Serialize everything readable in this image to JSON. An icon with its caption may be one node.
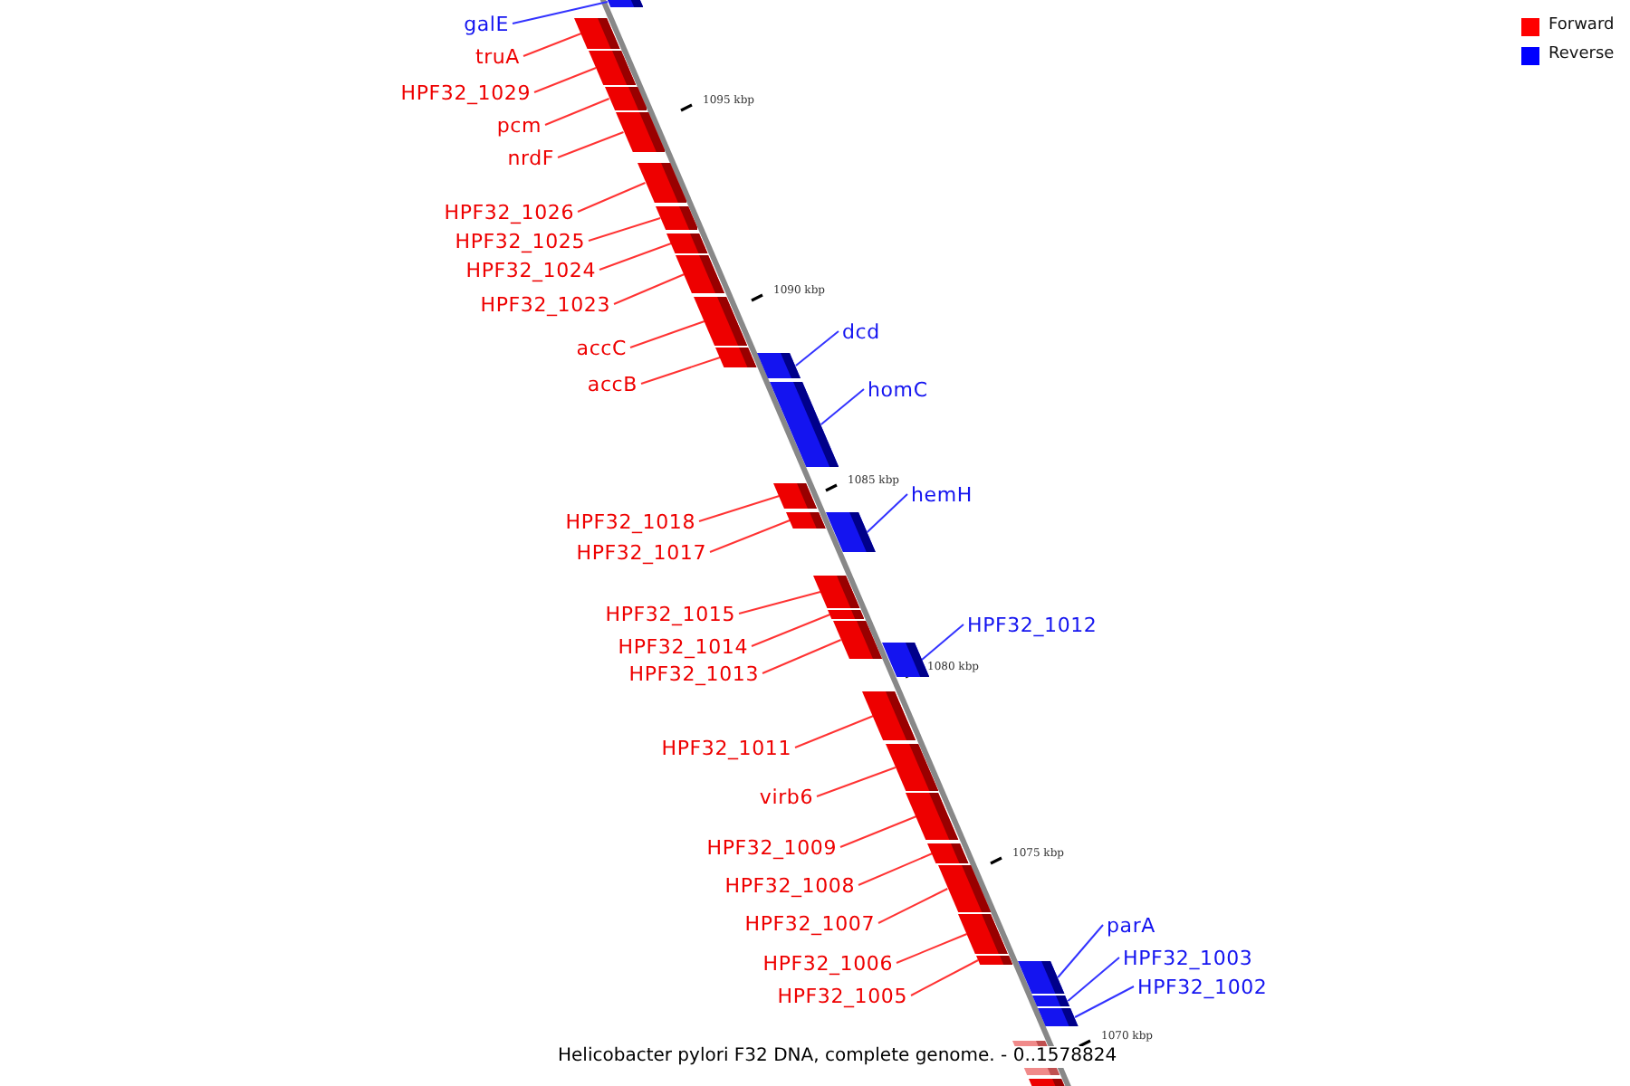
{
  "diagram": {
    "caption": "Helicobacter pylori F32 DNA, complete genome. - 0..1578824",
    "nodes": [
      {
        "text": [
          "galE"
        ]
      },
      {
        "text": [],
        "shape": "bar"
      },
      {
        "text": [
          "truA"
        ]
      },
      {
        "text": [],
        "shape": "bar"
      },
      {
        "text": [
          "HPF32_1029"
        ]
      },
      {
        "text": [],
        "shape": "bar"
      },
      {
        "text": [
          "pcm"
        ]
      },
      {
        "text": [],
        "shape": "bar"
      },
      {
        "text": [
          "nrdF"
        ]
      },
      {
        "text": [],
        "shape": "bar"
      },
      {
        "text": [
          "HPF32_1026"
        ]
      },
      {
        "text": [],
        "shape": "bar"
      },
      {
        "text": [
          "HPF32_1025"
        ]
      },
      {
        "text": [],
        "shape": "bar"
      },
      {
        "text": [
          "HPF32_1024"
        ]
      },
      {
        "text": [],
        "shape": "bar"
      },
      {
        "text": [
          "HPF32_1023"
        ]
      },
      {
        "text": [],
        "shape": "bar"
      },
      {
        "text": [
          "accC"
        ]
      },
      {
        "text": [],
        "shape": "bar"
      },
      {
        "text": [
          "accB"
        ]
      },
      {
        "text": [],
        "shape": "bar"
      },
      {
        "text": [
          "dcd"
        ]
      },
      {
        "text": [],
        "shape": "bar"
      },
      {
        "text": [
          "homC"
        ]
      },
      {
        "text": [],
        "shape": "bar"
      },
      {
        "text": [
          "HPF32_1018"
        ]
      },
      {
        "text": [],
        "shape": "bar"
      },
      {
        "text": [
          "HPF32_1017"
        ]
      },
      {
        "text": [],
        "shape": "bar"
      },
      {
        "text": [
          "hemH"
        ]
      },
      {
        "text": [],
        "shape": "bar"
      },
      {
        "text": [
          "HPF32_1015"
        ]
      },
      {
        "text": [],
        "shape": "bar"
      },
      {
        "text": [
          "HPF32_1014"
        ]
      },
      {
        "text": [],
        "shape": "bar"
      },
      {
        "text": [
          "HPF32_1013"
        ]
      },
      {
        "text": [],
        "shape": "bar"
      },
      {
        "text": [
          "HPF32_1012"
        ]
      },
      {
        "text": [],
        "shape": "bar"
      },
      {
        "text": [
          "HPF32_1011"
        ]
      },
      {
        "text": [],
        "shape": "bar"
      },
      {
        "text": [
          "virb6"
        ]
      },
      {
        "text": [],
        "shape": "bar"
      },
      {
        "text": [
          "HPF32_1009"
        ]
      },
      {
        "text": [],
        "shape": "bar"
      },
      {
        "text": [
          "HPF32_1008"
        ]
      },
      {
        "text": [],
        "shape": "bar"
      },
      {
        "text": [
          "HPF32_1007"
        ]
      },
      {
        "text": [],
        "shape": "bar"
      },
      {
        "text": [
          "HPF32_1006"
        ]
      },
      {
        "text": [],
        "shape": "bar"
      },
      {
        "text": [
          "HPF32_1005"
        ]
      },
      {
        "text": [],
        "shape": "bar"
      },
      {
        "text": [
          "parA"
        ]
      },
      {
        "text": [],
        "shape": "bar"
      },
      {
        "text": [
          "HPF32_1003"
        ]
      },
      {
        "text": [],
        "shape": "bar"
      },
      {
        "text": [
          "HPF32_1002"
        ]
      },
      {
        "text": [],
        "shape": "bar"
      },
      {
        "text": [],
        "shape": "bar"
      },
      {
        "text": [],
        "shape": "bar"
      }
    ],
    "edges": [
      {
        "from": 0,
        "to": 1,
        "arrow": "none",
        "color": "#3333ff"
      },
      {
        "from": 2,
        "to": 3,
        "arrow": "none"
      },
      {
        "from": 4,
        "to": 5,
        "arrow": "none"
      },
      {
        "from": 6,
        "to": 7,
        "arrow": "none"
      },
      {
        "from": 8,
        "to": 9,
        "arrow": "none"
      },
      {
        "from": 10,
        "to": 11,
        "arrow": "none"
      },
      {
        "from": 12,
        "to": 13,
        "arrow": "none"
      },
      {
        "from": 14,
        "to": 15,
        "arrow": "none"
      },
      {
        "from": 16,
        "to": 17,
        "arrow": "none"
      },
      {
        "from": 18,
        "to": 19,
        "arrow": "none"
      },
      {
        "from": 20,
        "to": 21,
        "arrow": "none"
      },
      {
        "from": 22,
        "to": 23,
        "arrow": "none",
        "color": "#3333ff"
      },
      {
        "from": 24,
        "to": 25,
        "arrow": "none",
        "color": "#3333ff"
      },
      {
        "from": 26,
        "to": 27,
        "arrow": "none"
      },
      {
        "from": 28,
        "to": 29,
        "arrow": "none"
      },
      {
        "from": 30,
        "to": 31,
        "arrow": "none",
        "color": "#3333ff"
      },
      {
        "from": 32,
        "to": 33,
        "arrow": "none"
      },
      {
        "from": 34,
        "to": 35,
        "arrow": "none"
      },
      {
        "from": 36,
        "to": 37,
        "arrow": "none"
      },
      {
        "from": 38,
        "to": 39,
        "arrow": "none",
        "color": "#3333ff"
      },
      {
        "from": 40,
        "to": 41,
        "arrow": "none"
      },
      {
        "from": 42,
        "to": 43,
        "arrow": "none"
      },
      {
        "from": 44,
        "to": 45,
        "arrow": "none"
      },
      {
        "from": 46,
        "to": 47,
        "arrow": "none"
      },
      {
        "from": 48,
        "to": 49,
        "arrow": "none"
      },
      {
        "from": 50,
        "to": 51,
        "arrow": "none"
      },
      {
        "from": 52,
        "to": 53,
        "arrow": "none"
      },
      {
        "from": 54,
        "to": 55,
        "arrow": "none",
        "color": "#3333ff"
      },
      {
        "from": 56,
        "to": 57,
        "arrow": "none",
        "color": "#3333ff"
      },
      {
        "from": 58,
        "to": 59,
        "arrow": "none",
        "color": "#3333ff"
      }
    ],
    "labels": [
      "1095 kbp",
      "1090 kbp",
      "1085 kbp",
      "1080 kbp",
      "1075 kbp",
      "1070 kbp"
    ],
    "legend": [
      {
        "text": "Forward",
        "color": "#ff0000"
      },
      {
        "text": "Reverse",
        "color": "#0000ff"
      }
    ]
  }
}
